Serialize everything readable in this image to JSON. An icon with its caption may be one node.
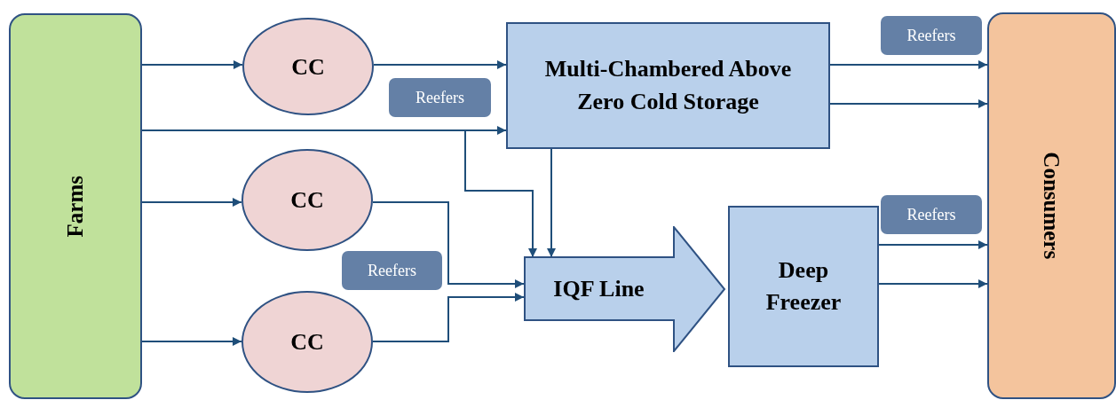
{
  "diagram": {
    "nodes": [
      {
        "text": [
          "Farms"
        ]
      },
      {
        "text": [
          "CC"
        ]
      },
      {
        "text": [
          "Reefers"
        ]
      },
      {
        "text": [
          "Multi-Chambered Above Zero Cold Storage"
        ]
      },
      {
        "text": [
          "Reefers"
        ]
      },
      {
        "text": [
          "Consumers"
        ]
      },
      {
        "text": [
          "CC"
        ]
      },
      {
        "text": [
          "IQF Line"
        ]
      },
      {
        "text": [
          "Deep Freezer"
        ]
      },
      {
        "text": [
          "Reefers"
        ]
      },
      {
        "text": [
          "Reefers"
        ]
      },
      {
        "text": [
          "CC"
        ]
      }
    ],
    "edges": [
      {
        "from": 0,
        "to": 1,
        "arrow": "to"
      },
      {
        "from": 1,
        "to": 3,
        "arrow": "to"
      },
      {
        "from": 0,
        "to": 3,
        "arrow": "to"
      },
      {
        "from": 0,
        "to": 7,
        "arrow": "to"
      },
      {
        "from": 3,
        "to": 7,
        "arrow": "to"
      },
      {
        "from": 0,
        "to": 6,
        "arrow": "to"
      },
      {
        "from": 6,
        "to": 7,
        "arrow": "to"
      },
      {
        "from": 0,
        "to": 11,
        "arrow": "to"
      },
      {
        "from": 11,
        "to": 7,
        "arrow": "to"
      },
      {
        "from": 3,
        "to": 5,
        "arrow": "to"
      },
      {
        "from": 3,
        "to": 5,
        "arrow": "to"
      },
      {
        "from": 8,
        "to": 5,
        "arrow": "to"
      },
      {
        "from": 8,
        "to": 5,
        "arrow": "to"
      }
    ]
  }
}
